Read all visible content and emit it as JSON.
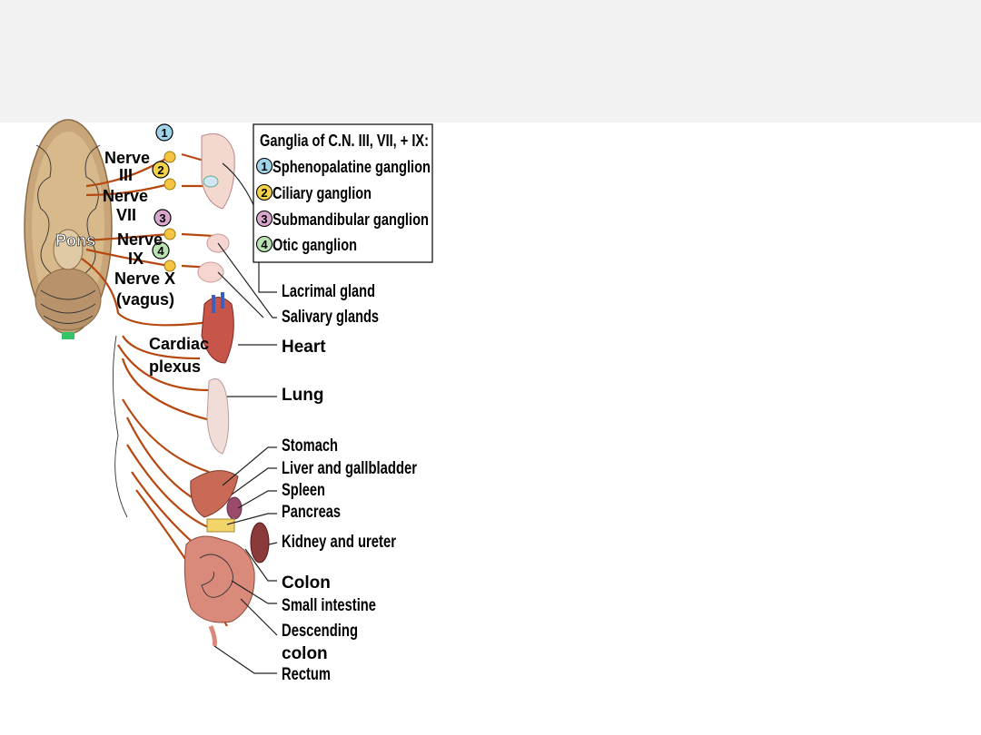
{
  "legend": {
    "title": "Ganglia of C.N. III, VII, + IX:",
    "items": [
      {
        "num": "1",
        "label": "Sphenopalatine ganglion",
        "color": "#9fd4ea"
      },
      {
        "num": "2",
        "label": "Ciliary ganglion",
        "color": "#f2d34a"
      },
      {
        "num": "3",
        "label": "Submandibular ganglion",
        "color": "#d9a6cc"
      },
      {
        "num": "4",
        "label": "Otic ganglion",
        "color": "#b9e3b0"
      }
    ]
  },
  "brain_labels": {
    "nerve3_a": "Nerve",
    "nerve3_b": "III",
    "nerve7_a": "Nerve",
    "nerve7_b": "VII",
    "pons": "Pons",
    "nerve9_a": "Nerve",
    "nerve9_b": "IX",
    "nerve10_a": "Nerve X",
    "nerve10_b": "(vagus)",
    "cardiac_a": "Cardiac",
    "cardiac_b": "plexus"
  },
  "markers": [
    "1",
    "2",
    "3",
    "4"
  ],
  "organs": [
    "Lacrimal gland",
    "Salivary glands",
    "Heart",
    "Lung",
    "Stomach",
    "Liver and gallbladder",
    "Spleen",
    "Pancreas",
    "Kidney and ureter",
    "Colon",
    "Small intestine",
    "Descending",
    "colon",
    "Rectum"
  ],
  "colors": {
    "nerve": "#b5470f",
    "ganglion": "#f5c542",
    "brain": "#c9a57a",
    "organ": "#d47a6a"
  }
}
